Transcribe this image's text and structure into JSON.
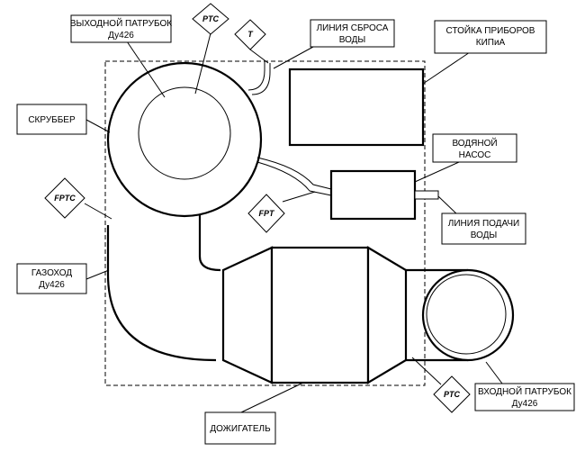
{
  "labels": {
    "outlet_pipe": [
      "ВЫХОДНОЙ ПАТРУБОК",
      "Ду426"
    ],
    "water_drain": [
      "ЛИНИЯ СБРОСА",
      "ВОДЫ"
    ],
    "instrument_rack": [
      "СТОЙКА ПРИБОРОВ",
      "КИПиА"
    ],
    "scrubber": [
      "СКРУББЕР"
    ],
    "water_pump": [
      "ВОДЯНОЙ",
      "НАСОС"
    ],
    "water_supply": [
      "ЛИНИЯ ПОДАЧИ",
      "ВОДЫ"
    ],
    "gas_duct": [
      "ГАЗОХОД",
      "Ду426"
    ],
    "inlet_pipe": [
      "ВХОДНОЙ ПАТРУБОК",
      "Ду426"
    ],
    "afterburner": [
      "ДОЖИГАТЕЛЬ"
    ]
  },
  "tags": {
    "ptc_top": "PTC",
    "t_top": "T",
    "fptc": "FPTC",
    "fpt": "FPT",
    "ptc_bottom": "PTC"
  }
}
